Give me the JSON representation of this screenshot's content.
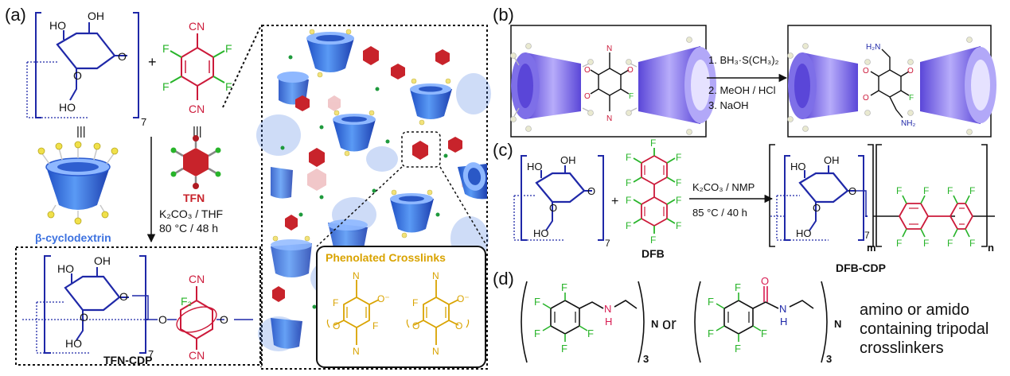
{
  "colors": {
    "bond": "#1f28a8",
    "fluorine": "#28b42a",
    "nitrile": "#cc1a3a",
    "amine": "#d81c52",
    "gold": "#d9a300",
    "cd_blue": "#3d72e0",
    "cd_purple": "#8c7ef0",
    "tfn_red": "#c8232b",
    "black": "#111111"
  },
  "panel_a": {
    "label": "(a)",
    "cd_hydroxyls": [
      "HO",
      "OH",
      "HO"
    ],
    "cd_ring_o": "O",
    "cd_bridge_o": "O",
    "cd_repeat": "7",
    "plus": "+",
    "tfn_cn_top": "CN",
    "tfn_cn_bottom": "CN",
    "tfn_f": [
      "F",
      "F",
      "F",
      "F"
    ],
    "equiv": "|||",
    "cd_name": "β-cyclodextrin",
    "tfn_name": "TFN",
    "conditions_1": "K₂CO₃ / THF",
    "conditions_2": "80 °C / 48 h",
    "product_name": "TFN-CDP",
    "product_f2": "F₂",
    "product_cn_top": "CN",
    "product_cn_bottom": "CN",
    "product_o": [
      "O",
      "O",
      "O"
    ],
    "product_repeat": "7"
  },
  "inset": {
    "title": "Phenolated Crosslinks",
    "atoms_left": [
      "N",
      "F",
      "O⁻",
      "O",
      "F",
      "N"
    ],
    "atoms_right": [
      "N",
      "O",
      "O⁻",
      "O",
      "F",
      "N"
    ]
  },
  "panel_b": {
    "label": "(b)",
    "step1": "1. BH₃·S(CH₃)₂",
    "step2": "2. MeOH / HCl",
    "step3": "3. NaOH",
    "left_atoms": [
      "N",
      "O",
      "O",
      "O",
      "F",
      "N"
    ],
    "right_atoms": [
      "H₂N",
      "O",
      "O",
      "O",
      "F",
      "NH₂"
    ]
  },
  "panel_c": {
    "label": "(c)",
    "cd_hydroxyls": [
      "HO",
      "OH",
      "HO"
    ],
    "cd_o": [
      "O",
      "O"
    ],
    "cd_repeat": "7",
    "plus": "+",
    "dfb_f": [
      "F",
      "F",
      "F",
      "F",
      "F",
      "F",
      "F",
      "F",
      "F",
      "F"
    ],
    "dfb_name": "DFB",
    "conditions_1": "K₂CO₃ / NMP",
    "conditions_2": "85 °C / 40 h",
    "product_hydroxyls": [
      "HO",
      "OH",
      "HO"
    ],
    "product_o": [
      "O",
      "O"
    ],
    "product_repeat": "7",
    "product_m": "m",
    "product_n": "n",
    "product_f": [
      "F",
      "F",
      "F",
      "F",
      "F",
      "F",
      "F",
      "F"
    ],
    "product_name": "DFB-CDP"
  },
  "panel_d": {
    "label": "(d)",
    "f_atoms_1": [
      "F",
      "F",
      "F",
      "F",
      "F"
    ],
    "nh": "N",
    "h": "H",
    "n_core_1": "N",
    "sub_1": "3",
    "or": "or",
    "f_atoms_2": [
      "F",
      "F",
      "F",
      "F",
      "F"
    ],
    "carbonyl_o": "O",
    "n_amide": "N",
    "h2": "H",
    "n_core_2": "N",
    "sub_2": "3",
    "caption_1": "amino or amido",
    "caption_2": "containing tripodal",
    "caption_3": "crosslinkers"
  }
}
